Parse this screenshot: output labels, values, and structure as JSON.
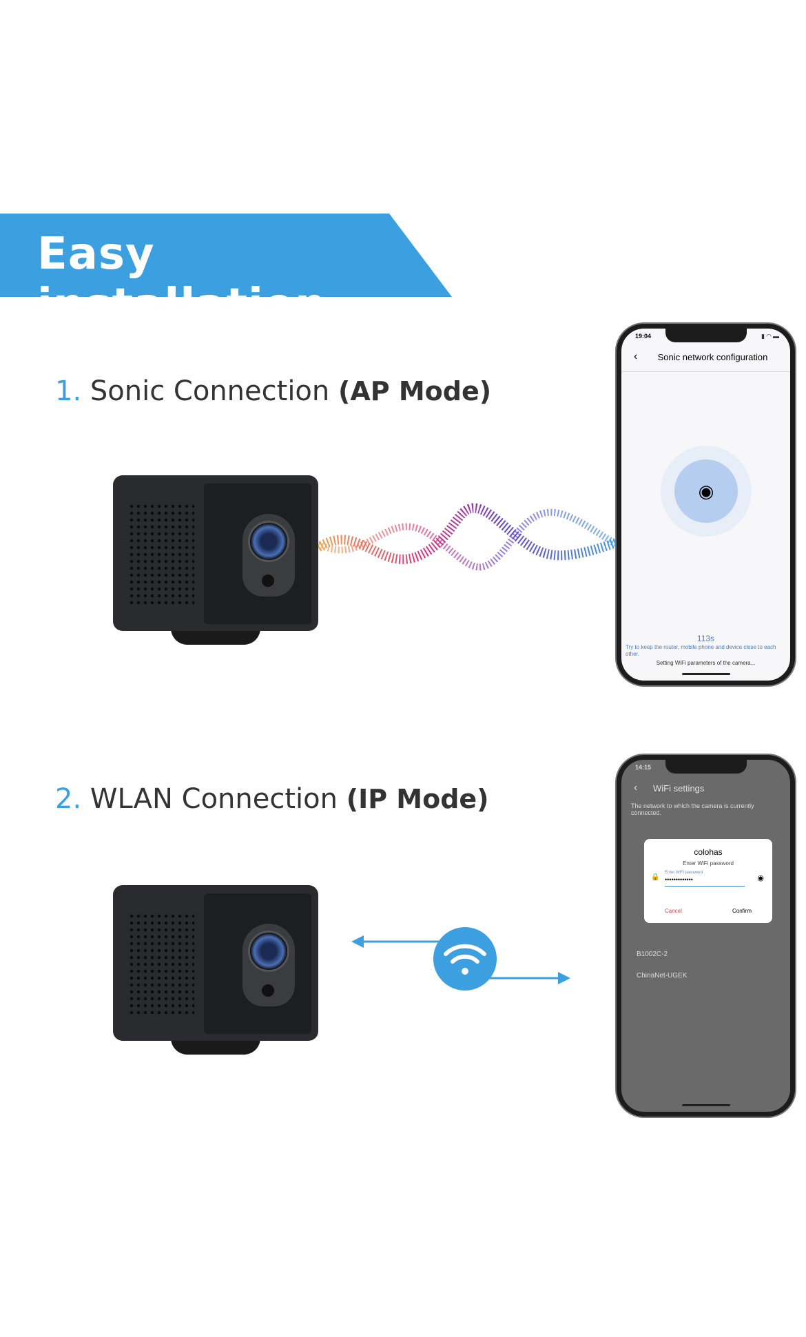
{
  "banner": {
    "title": "Easy installation"
  },
  "section1": {
    "number": "1.",
    "label": "Sonic Connection",
    "mode": "(AP Mode)"
  },
  "section2": {
    "number": "2.",
    "label": "WLAN Connection",
    "mode": "(IP Mode)"
  },
  "phone1": {
    "time": "19:04",
    "title": "Sonic network configuration",
    "countdown": "113s",
    "hint": "Try to keep the router, mobile phone and device close to each other.",
    "status": "Setting WiFi parameters of the camera..."
  },
  "phone2": {
    "time": "14:15",
    "title": "WiFi settings",
    "subtitle": "The network to which the camera is currently connected.",
    "dialog": {
      "ssid": "colohas",
      "prompt": "Enter WiFi password",
      "field_label": "Enter WiFi password",
      "password": "•••••••••••••",
      "cancel": "Cancel",
      "confirm": "Confirm"
    },
    "networks": [
      "B1002C-2",
      "ChinaNet-UGEK"
    ]
  },
  "colors": {
    "accent": "#3b9fe0"
  }
}
